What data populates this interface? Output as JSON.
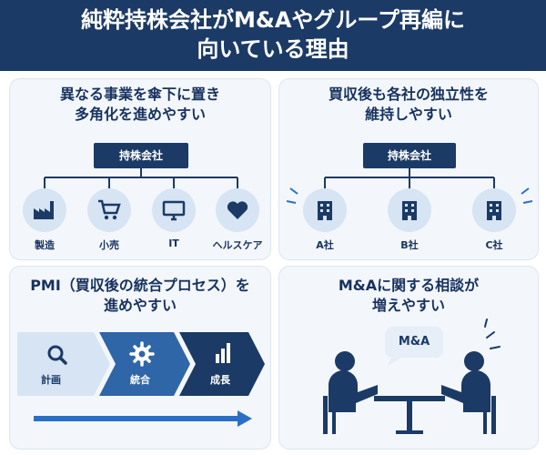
{
  "title": {
    "line1": "純粋持株会社がM&Aやグループ再編に",
    "line2": "向いている理由"
  },
  "panel1": {
    "title_line1": "異なる事業を傘下に置き",
    "title_line2": "多角化を進めやすい",
    "holding_label": "持株会社",
    "businesses": [
      {
        "label": "製造",
        "icon": "factory-icon"
      },
      {
        "label": "小売",
        "icon": "cart-icon"
      },
      {
        "label": "IT",
        "icon": "monitor-icon"
      },
      {
        "label": "ヘルスケア",
        "icon": "heart-icon"
      }
    ]
  },
  "panel2": {
    "title_line1": "買収後も各社の独立性を",
    "title_line2": "維持しやすい",
    "holding_label": "持株会社",
    "companies": [
      {
        "label": "A社",
        "icon": "building-icon"
      },
      {
        "label": "B社",
        "icon": "building-icon"
      },
      {
        "label": "C社",
        "icon": "building-icon"
      }
    ]
  },
  "panel3": {
    "title_line1": "PMI（買収後の統合プロセス）を",
    "title_line2": "進めやすい",
    "steps": [
      {
        "label": "計画",
        "icon": "search-icon"
      },
      {
        "label": "統合",
        "icon": "gear-icon"
      },
      {
        "label": "成長",
        "icon": "bar-chart-icon"
      }
    ]
  },
  "panel4": {
    "title_line1": "M&Aに関する相談が",
    "title_line2": "増えやすい",
    "bubble_text": "M&A"
  },
  "colors": {
    "navy": "#1b3a66",
    "mid_blue": "#2f66a8",
    "light_blue": "#d6e4f3",
    "panel_bg": "#f3f7fc",
    "accent_blue": "#2a6fc6"
  }
}
